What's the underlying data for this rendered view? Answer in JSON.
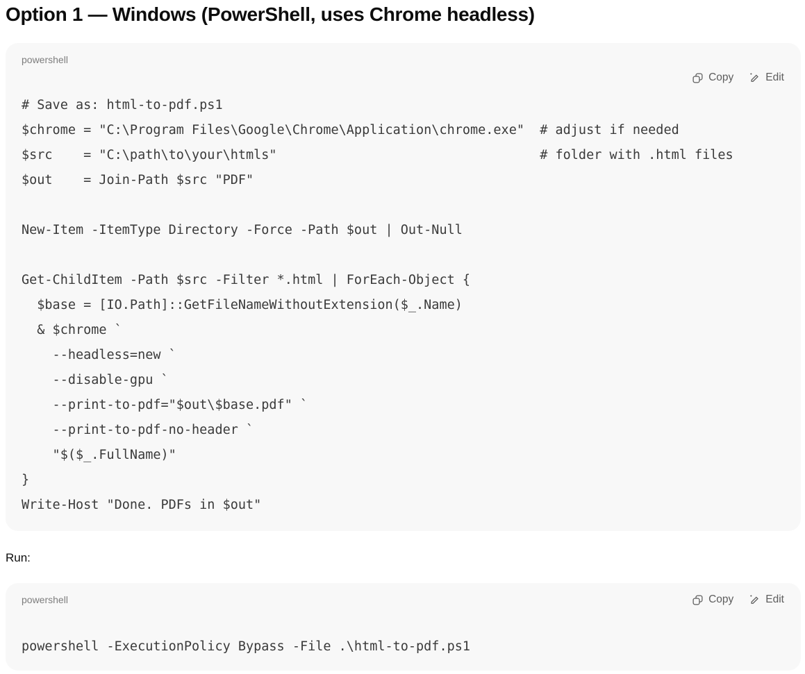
{
  "heading": "Option 1 — Windows (PowerShell, uses Chrome headless)",
  "run_label": "Run:",
  "colors": {
    "page_background": "#ffffff",
    "code_block_background": "#f8f8f8",
    "language_label": "#7d7d7d",
    "button_text": "#5d5d5d",
    "code_text": "#3a3a3a",
    "heading_text": "#0d0d0d"
  },
  "icons": {
    "copy": "copy-icon",
    "edit": "edit-icon"
  },
  "code_blocks": [
    {
      "language": "powershell",
      "copy_label": "Copy",
      "edit_label": "Edit",
      "code": "# Save as: html-to-pdf.ps1\n$chrome = \"C:\\Program Files\\Google\\Chrome\\Application\\chrome.exe\"  # adjust if needed\n$src    = \"C:\\path\\to\\your\\htmls\"                                  # folder with .html files\n$out    = Join-Path $src \"PDF\"\n\nNew-Item -ItemType Directory -Force -Path $out | Out-Null\n\nGet-ChildItem -Path $src -Filter *.html | ForEach-Object {\n  $base = [IO.Path]::GetFileNameWithoutExtension($_.Name)\n  & $chrome `\n    --headless=new `\n    --disable-gpu `\n    --print-to-pdf=\"$out\\$base.pdf\" `\n    --print-to-pdf-no-header `\n    \"$($_.FullName)\"\n}\nWrite-Host \"Done. PDFs in $out\""
    },
    {
      "language": "powershell",
      "copy_label": "Copy",
      "edit_label": "Edit",
      "code": "powershell -ExecutionPolicy Bypass -File .\\html-to-pdf.ps1"
    }
  ]
}
